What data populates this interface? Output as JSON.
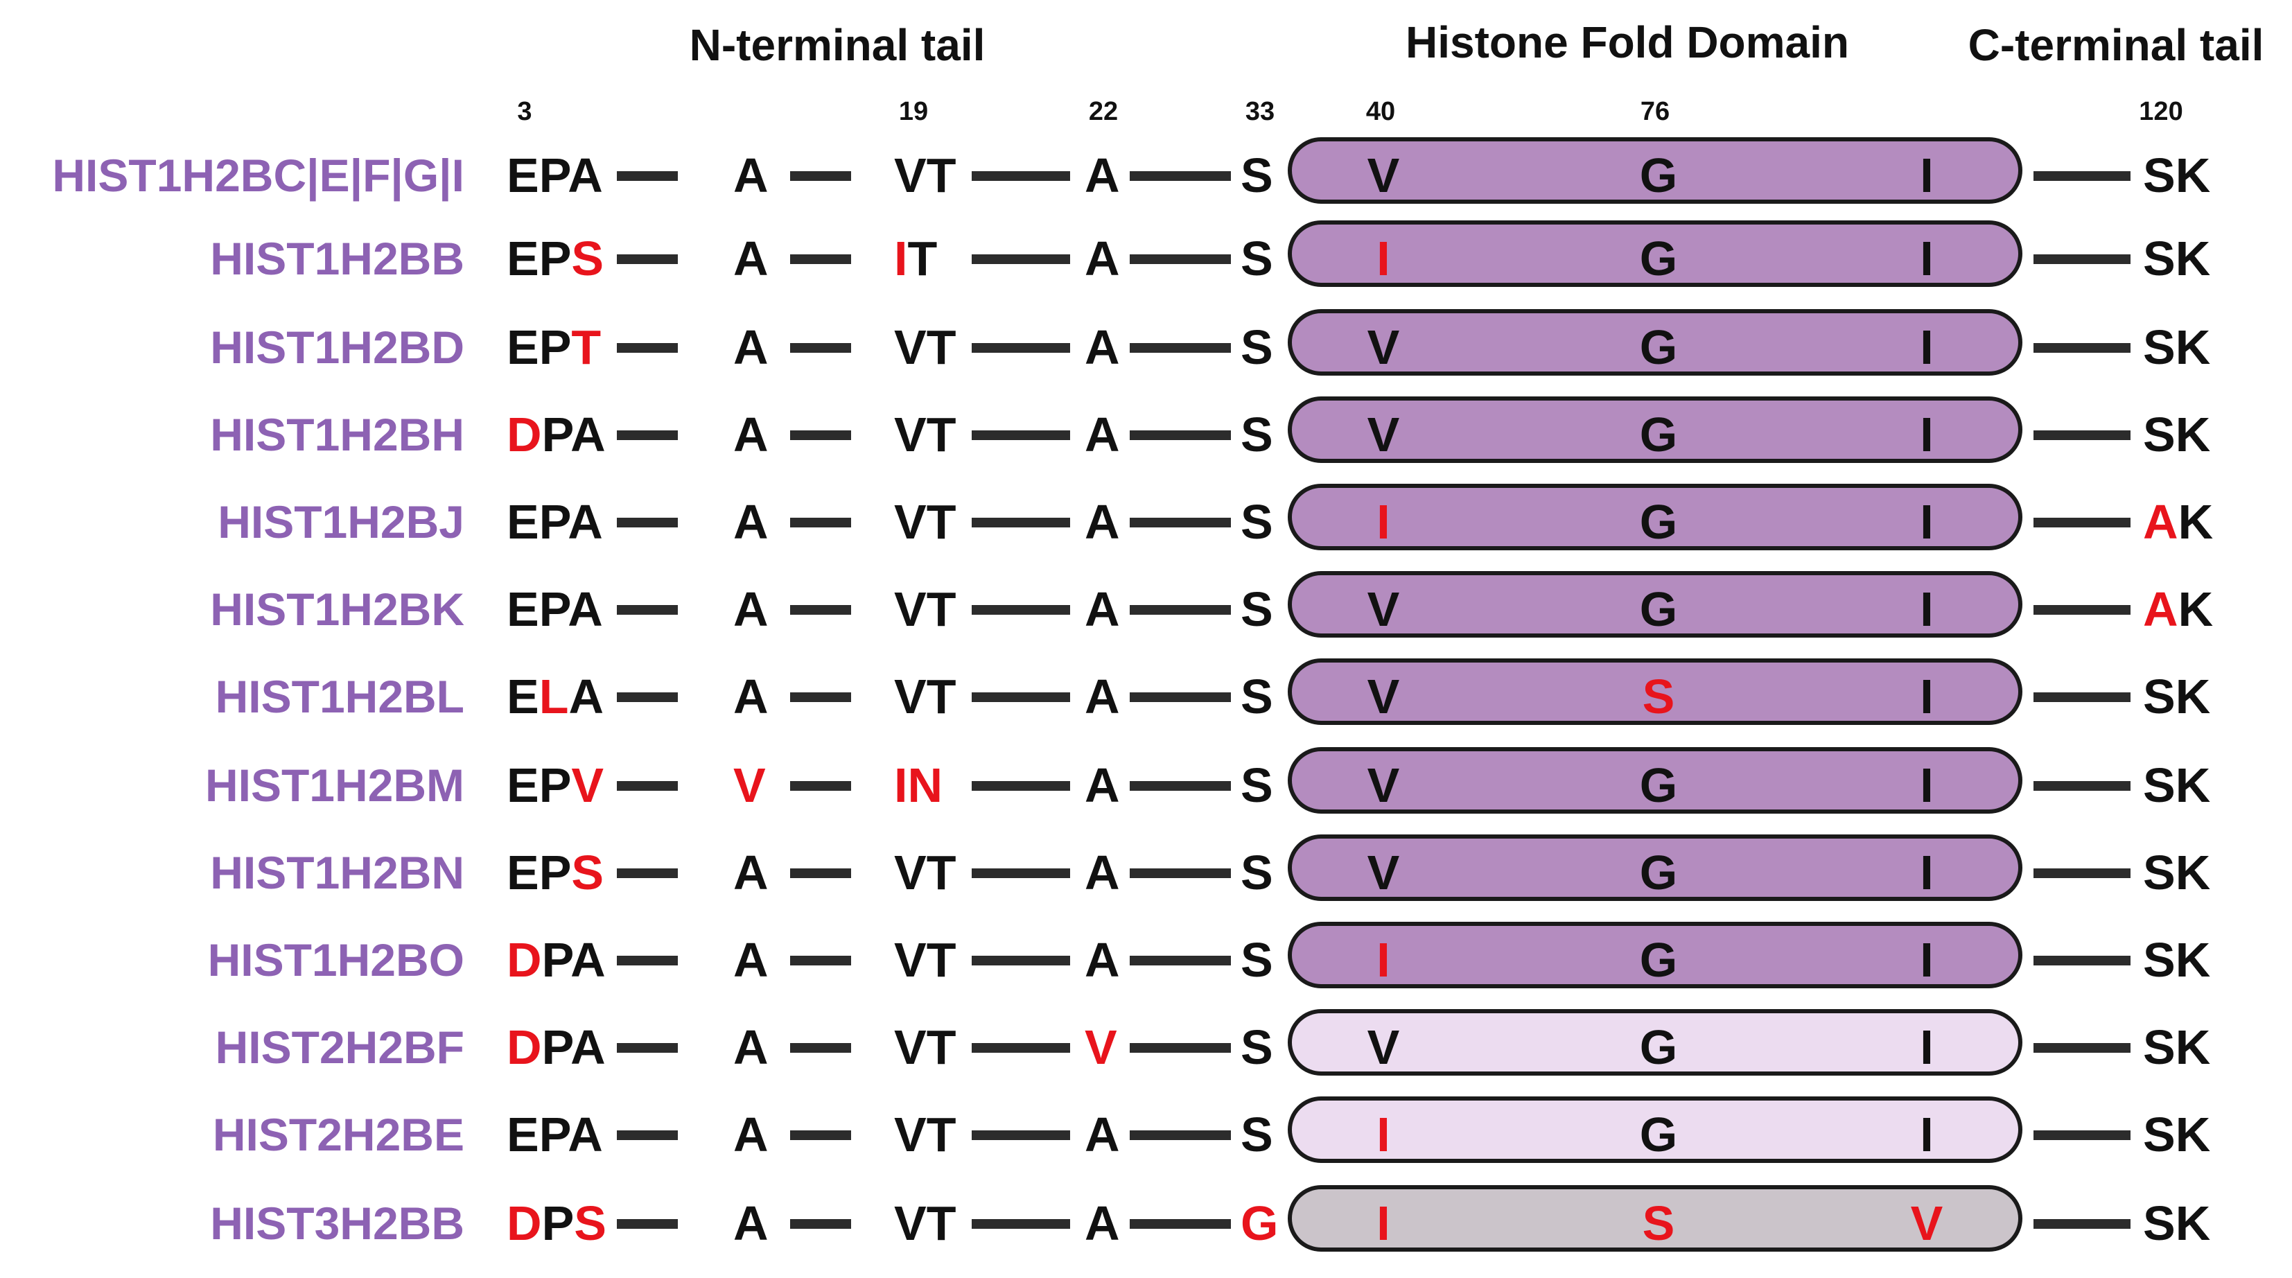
{
  "colors": {
    "conserved": "#111111",
    "variant": "#e8141c",
    "gene_name": "#8d62b3",
    "domain_dark": "#b48cbf",
    "domain_light": "#ecdcf0",
    "domain_gray": "#cbc4ca",
    "bar": "#2c2c2c"
  },
  "headers": {
    "n_terminal": "N-terminal tail",
    "histone_fold": "Histone Fold Domain",
    "c_terminal": "C-terminal tail"
  },
  "positions": [
    "3",
    "19",
    "22",
    "33",
    "40",
    "76",
    "120"
  ],
  "rows": [
    {
      "name": "HIST1H2BC|E|F|G|I",
      "domain_style": "dark",
      "nterm": [
        [
          [
            "E",
            0
          ],
          [
            "P",
            0
          ],
          [
            "A",
            0
          ]
        ],
        [
          [
            "A",
            0
          ]
        ],
        [
          [
            "V",
            0
          ],
          [
            "T",
            0
          ]
        ],
        [
          [
            "A",
            0
          ]
        ],
        [
          [
            "S",
            0
          ]
        ]
      ],
      "domain": [
        [
          "V",
          0
        ],
        [
          "G",
          0
        ],
        [
          "I",
          0
        ]
      ],
      "cterm": [
        [
          "S",
          0
        ],
        [
          "K",
          0
        ]
      ]
    },
    {
      "name": "HIST1H2BB",
      "domain_style": "dark",
      "nterm": [
        [
          [
            "E",
            0
          ],
          [
            "P",
            0
          ],
          [
            "S",
            1
          ]
        ],
        [
          [
            "A",
            0
          ]
        ],
        [
          [
            "I",
            1
          ],
          [
            "T",
            0
          ]
        ],
        [
          [
            "A",
            0
          ]
        ],
        [
          [
            "S",
            0
          ]
        ]
      ],
      "domain": [
        [
          "I",
          1
        ],
        [
          "G",
          0
        ],
        [
          "I",
          0
        ]
      ],
      "cterm": [
        [
          "S",
          0
        ],
        [
          "K",
          0
        ]
      ]
    },
    {
      "name": "HIST1H2BD",
      "domain_style": "dark",
      "nterm": [
        [
          [
            "E",
            0
          ],
          [
            "P",
            0
          ],
          [
            "T",
            1
          ]
        ],
        [
          [
            "A",
            0
          ]
        ],
        [
          [
            "V",
            0
          ],
          [
            "T",
            0
          ]
        ],
        [
          [
            "A",
            0
          ]
        ],
        [
          [
            "S",
            0
          ]
        ]
      ],
      "domain": [
        [
          "V",
          0
        ],
        [
          "G",
          0
        ],
        [
          "I",
          0
        ]
      ],
      "cterm": [
        [
          "S",
          0
        ],
        [
          "K",
          0
        ]
      ]
    },
    {
      "name": "HIST1H2BH",
      "domain_style": "dark",
      "nterm": [
        [
          [
            "D",
            1
          ],
          [
            "P",
            0
          ],
          [
            "A",
            0
          ]
        ],
        [
          [
            "A",
            0
          ]
        ],
        [
          [
            "V",
            0
          ],
          [
            "T",
            0
          ]
        ],
        [
          [
            "A",
            0
          ]
        ],
        [
          [
            "S",
            0
          ]
        ]
      ],
      "domain": [
        [
          "V",
          0
        ],
        [
          "G",
          0
        ],
        [
          "I",
          0
        ]
      ],
      "cterm": [
        [
          "S",
          0
        ],
        [
          "K",
          0
        ]
      ]
    },
    {
      "name": "HIST1H2BJ",
      "domain_style": "dark",
      "nterm": [
        [
          [
            "E",
            0
          ],
          [
            "P",
            0
          ],
          [
            "A",
            0
          ]
        ],
        [
          [
            "A",
            0
          ]
        ],
        [
          [
            "V",
            0
          ],
          [
            "T",
            0
          ]
        ],
        [
          [
            "A",
            0
          ]
        ],
        [
          [
            "S",
            0
          ]
        ]
      ],
      "domain": [
        [
          "I",
          1
        ],
        [
          "G",
          0
        ],
        [
          "I",
          0
        ]
      ],
      "cterm": [
        [
          "A",
          1
        ],
        [
          "K",
          0
        ]
      ]
    },
    {
      "name": "HIST1H2BK",
      "domain_style": "dark",
      "nterm": [
        [
          [
            "E",
            0
          ],
          [
            "P",
            0
          ],
          [
            "A",
            0
          ]
        ],
        [
          [
            "A",
            0
          ]
        ],
        [
          [
            "V",
            0
          ],
          [
            "T",
            0
          ]
        ],
        [
          [
            "A",
            0
          ]
        ],
        [
          [
            "S",
            0
          ]
        ]
      ],
      "domain": [
        [
          "V",
          0
        ],
        [
          "G",
          0
        ],
        [
          "I",
          0
        ]
      ],
      "cterm": [
        [
          "A",
          1
        ],
        [
          "K",
          0
        ]
      ]
    },
    {
      "name": "HIST1H2BL",
      "domain_style": "dark",
      "nterm": [
        [
          [
            "E",
            0
          ],
          [
            "L",
            1
          ],
          [
            "A",
            0
          ]
        ],
        [
          [
            "A",
            0
          ]
        ],
        [
          [
            "V",
            0
          ],
          [
            "T",
            0
          ]
        ],
        [
          [
            "A",
            0
          ]
        ],
        [
          [
            "S",
            0
          ]
        ]
      ],
      "domain": [
        [
          "V",
          0
        ],
        [
          "S",
          1
        ],
        [
          "I",
          0
        ]
      ],
      "cterm": [
        [
          "S",
          0
        ],
        [
          "K",
          0
        ]
      ]
    },
    {
      "name": "HIST1H2BM",
      "domain_style": "dark",
      "nterm": [
        [
          [
            "E",
            0
          ],
          [
            "P",
            0
          ],
          [
            "V",
            1
          ]
        ],
        [
          [
            "V",
            1
          ]
        ],
        [
          [
            "I",
            1
          ],
          [
            "N",
            1
          ]
        ],
        [
          [
            "A",
            0
          ]
        ],
        [
          [
            "S",
            0
          ]
        ]
      ],
      "domain": [
        [
          "V",
          0
        ],
        [
          "G",
          0
        ],
        [
          "I",
          0
        ]
      ],
      "cterm": [
        [
          "S",
          0
        ],
        [
          "K",
          0
        ]
      ]
    },
    {
      "name": "HIST1H2BN",
      "domain_style": "dark",
      "nterm": [
        [
          [
            "E",
            0
          ],
          [
            "P",
            0
          ],
          [
            "S",
            1
          ]
        ],
        [
          [
            "A",
            0
          ]
        ],
        [
          [
            "V",
            0
          ],
          [
            "T",
            0
          ]
        ],
        [
          [
            "A",
            0
          ]
        ],
        [
          [
            "S",
            0
          ]
        ]
      ],
      "domain": [
        [
          "V",
          0
        ],
        [
          "G",
          0
        ],
        [
          "I",
          0
        ]
      ],
      "cterm": [
        [
          "S",
          0
        ],
        [
          "K",
          0
        ]
      ]
    },
    {
      "name": "HIST1H2BO",
      "domain_style": "dark",
      "nterm": [
        [
          [
            "D",
            1
          ],
          [
            "P",
            0
          ],
          [
            "A",
            0
          ]
        ],
        [
          [
            "A",
            0
          ]
        ],
        [
          [
            "V",
            0
          ],
          [
            "T",
            0
          ]
        ],
        [
          [
            "A",
            0
          ]
        ],
        [
          [
            "S",
            0
          ]
        ]
      ],
      "domain": [
        [
          "I",
          1
        ],
        [
          "G",
          0
        ],
        [
          "I",
          0
        ]
      ],
      "cterm": [
        [
          "S",
          0
        ],
        [
          "K",
          0
        ]
      ]
    },
    {
      "name": "HIST2H2BF",
      "domain_style": "light",
      "nterm": [
        [
          [
            "D",
            1
          ],
          [
            "P",
            0
          ],
          [
            "A",
            0
          ]
        ],
        [
          [
            "A",
            0
          ]
        ],
        [
          [
            "V",
            0
          ],
          [
            "T",
            0
          ]
        ],
        [
          [
            "V",
            1
          ]
        ],
        [
          [
            "S",
            0
          ]
        ]
      ],
      "domain": [
        [
          "V",
          0
        ],
        [
          "G",
          0
        ],
        [
          "I",
          0
        ]
      ],
      "cterm": [
        [
          "S",
          0
        ],
        [
          "K",
          0
        ]
      ]
    },
    {
      "name": "HIST2H2BE",
      "domain_style": "light",
      "nterm": [
        [
          [
            "E",
            0
          ],
          [
            "P",
            0
          ],
          [
            "A",
            0
          ]
        ],
        [
          [
            "A",
            0
          ]
        ],
        [
          [
            "V",
            0
          ],
          [
            "T",
            0
          ]
        ],
        [
          [
            "A",
            0
          ]
        ],
        [
          [
            "S",
            0
          ]
        ]
      ],
      "domain": [
        [
          "I",
          1
        ],
        [
          "G",
          0
        ],
        [
          "I",
          0
        ]
      ],
      "cterm": [
        [
          "S",
          0
        ],
        [
          "K",
          0
        ]
      ]
    },
    {
      "name": "HIST3H2BB",
      "domain_style": "gray",
      "nterm": [
        [
          [
            "D",
            1
          ],
          [
            "P",
            0
          ],
          [
            "S",
            1
          ]
        ],
        [
          [
            "A",
            0
          ]
        ],
        [
          [
            "V",
            0
          ],
          [
            "T",
            0
          ]
        ],
        [
          [
            "A",
            0
          ]
        ],
        [
          [
            "G",
            1
          ]
        ]
      ],
      "domain": [
        [
          "I",
          1
        ],
        [
          "S",
          1
        ],
        [
          "V",
          1
        ]
      ],
      "cterm": [
        [
          "S",
          0
        ],
        [
          "K",
          0
        ]
      ]
    }
  ]
}
